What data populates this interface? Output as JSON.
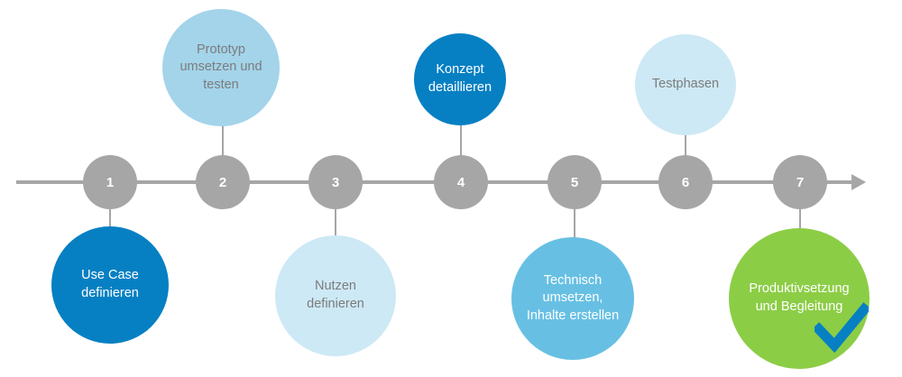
{
  "timeline": {
    "steps": [
      {
        "number": "1",
        "label": "Use Case\ndefinieren",
        "color": "#0680c3"
      },
      {
        "number": "2",
        "label": "Prototyp\numsetzen und\ntesten",
        "color": "#a3d4ea"
      },
      {
        "number": "3",
        "label": "Nutzen\ndefinieren",
        "color": "#cde9f5"
      },
      {
        "number": "4",
        "label": "Konzept\ndetaillieren",
        "color": "#0680c3"
      },
      {
        "number": "5",
        "label": "Technisch\numsetzen,\nInhalte erstellen",
        "color": "#67c0e3"
      },
      {
        "number": "6",
        "label": "Testphasen",
        "color": "#cde9f5"
      },
      {
        "number": "7",
        "label": "Produktivsetzung\nund Begleitung",
        "color": "#8ccd46"
      }
    ],
    "node_color": "#a6a6a6",
    "line_color": "#a6a6a6",
    "final_marker_icon": "checkmark-icon",
    "final_marker_color": "#0680c3"
  }
}
